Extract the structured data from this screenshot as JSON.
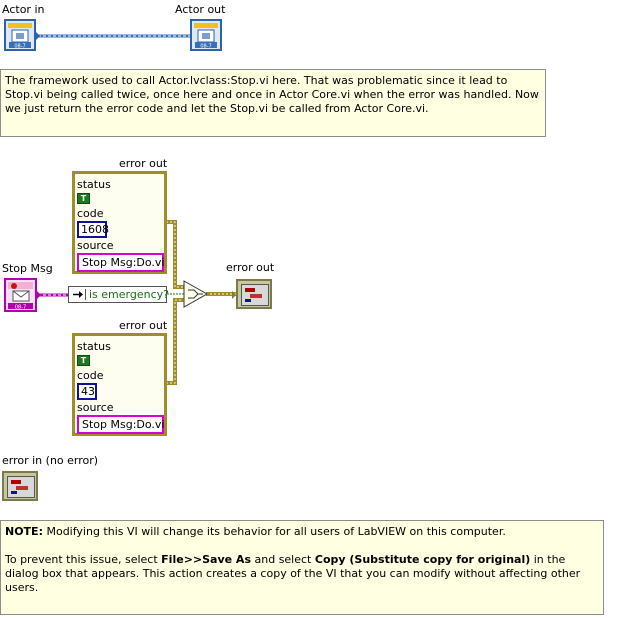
{
  "actor_in": {
    "label": "Actor in",
    "icon": "actor-class-icon",
    "icon_text": "08-7"
  },
  "actor_out": {
    "label": "Actor out",
    "icon": "actor-class-icon",
    "icon_text": "08-7"
  },
  "comment_top": {
    "text": "The framework used to call Actor.lvclass:Stop.vi here. That was problematic since it lead to Stop.vi being called twice, once here and once in Actor Core.vi when the error was handled. Now we just return the error code and let the Stop.vi be called from Actor Core.vi."
  },
  "error_cluster_1": {
    "label": "error out",
    "status_label": "status",
    "status_value": "T",
    "code_label": "code",
    "code_value": "1608",
    "source_label": "source",
    "source_value": "Stop Msg:Do.vi"
  },
  "error_cluster_2": {
    "label": "error out",
    "status_label": "status",
    "status_value": "T",
    "code_label": "code",
    "code_value": "43",
    "source_label": "source",
    "source_value": "Stop Msg:Do.vi"
  },
  "stop_msg": {
    "label": "Stop Msg",
    "icon": "message-class-icon",
    "icon_text": "08-7"
  },
  "property_node": {
    "label": "is emergency?"
  },
  "error_out_terminal": {
    "label": "error out",
    "icon": "error-cluster-icon"
  },
  "error_in_terminal": {
    "label": "error in (no error)",
    "icon": "error-cluster-icon"
  },
  "comment_bottom": {
    "note_label": "NOTE:",
    "line1": " Modifying this VI will change its behavior for all users of LabVIEW on this computer.",
    "line2_a": "To prevent this issue, select ",
    "line2_b": "File>>Save As",
    "line2_c": " and select ",
    "line2_d": "Copy (Substitute copy for original)",
    "line2_e": " in the dialog box that appears. This action creates a copy of the VI that you can modify without affecting other users."
  },
  "colors": {
    "class_wire": "#3870b8",
    "error_wire": "#a08c28",
    "message_wire": "#b000b0",
    "comment_bg": "#ffffe1",
    "bool_green": "#1f7a1f",
    "numeric_blue": "#1010a0",
    "string_pink": "#d400d4"
  }
}
